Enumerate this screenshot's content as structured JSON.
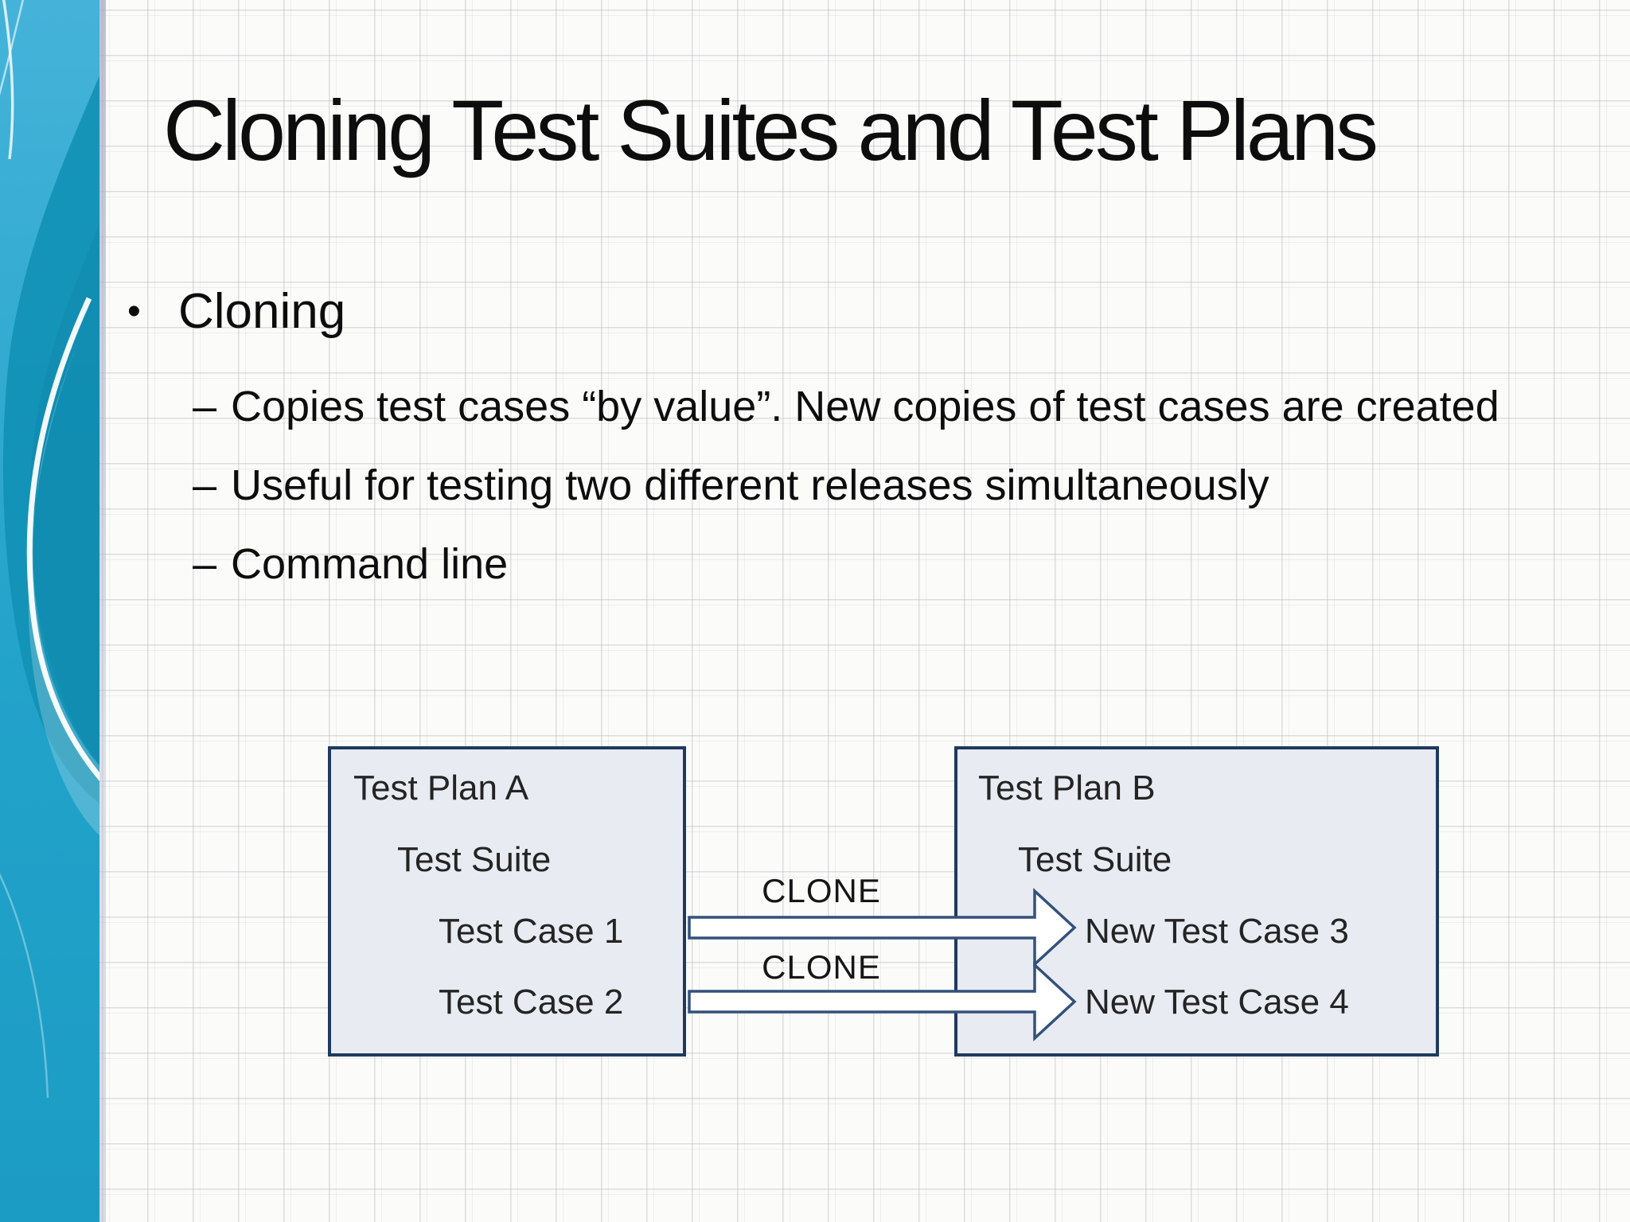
{
  "slide": {
    "title": "Cloning Test Suites and Test Plans",
    "bullets": {
      "marker": "•",
      "sub_marker": "–",
      "level1": "Cloning",
      "sub": [
        "Copies test cases “by value”. New copies of test cases are created",
        "Useful for testing two different releases simultaneously",
        "Command line"
      ]
    },
    "diagram": {
      "left_box": {
        "rows": [
          "Test Plan A",
          "Test Suite",
          "Test Case 1",
          "Test Case 2"
        ]
      },
      "right_box": {
        "rows": [
          "Test Plan B",
          "Test Suite",
          "New Test Case 3",
          "New Test Case 4"
        ]
      },
      "arrows": [
        {
          "label": "CLONE"
        },
        {
          "label": "CLONE"
        }
      ]
    }
  },
  "colors": {
    "paper": "#fbfbf9",
    "body_text": "#0d0d0d",
    "sidebar_base": "#2ba9cf",
    "sidebar_dark": "#1191b5",
    "box_fill": "#e9ebf2",
    "box_border": "#1e3a5f",
    "arrow_outline": "#33517c",
    "clone_text": "#161616"
  }
}
